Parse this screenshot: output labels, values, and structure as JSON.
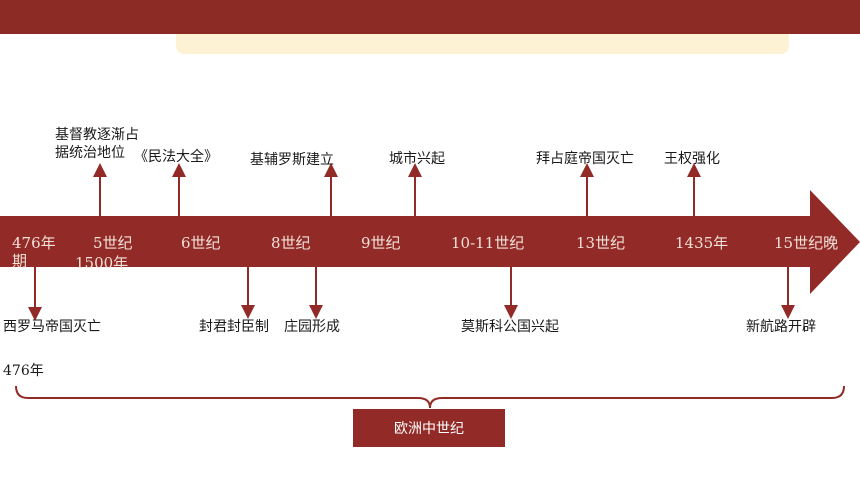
{
  "timeline": {
    "ticks": [
      "476年",
      "期",
      "5世纪",
      "1500年",
      "6世纪",
      "8世纪",
      "9世纪",
      "10-11世纪",
      "13世纪",
      "1435年",
      "15世纪晚"
    ],
    "events_above": [
      {
        "text": "基督教逐渐占据统治地位"
      },
      {
        "text": "《民法大全》"
      },
      {
        "text": "基辅罗斯建立"
      },
      {
        "text": "城市兴起"
      },
      {
        "text": "拜占庭帝国灭亡"
      },
      {
        "text": "王权强化"
      }
    ],
    "events_below": [
      {
        "text": "西罗马帝国灭亡"
      },
      {
        "text": "476年"
      },
      {
        "text": "封君封臣制"
      },
      {
        "text": "庄园形成"
      },
      {
        "text": "莫斯科公国兴起"
      },
      {
        "text": "新航路开辟"
      }
    ],
    "era_label": "欧洲中世纪"
  },
  "colors": {
    "accent": "#922b27",
    "top_bar": "#8c2a26",
    "highlight": "#fdf3d4"
  }
}
